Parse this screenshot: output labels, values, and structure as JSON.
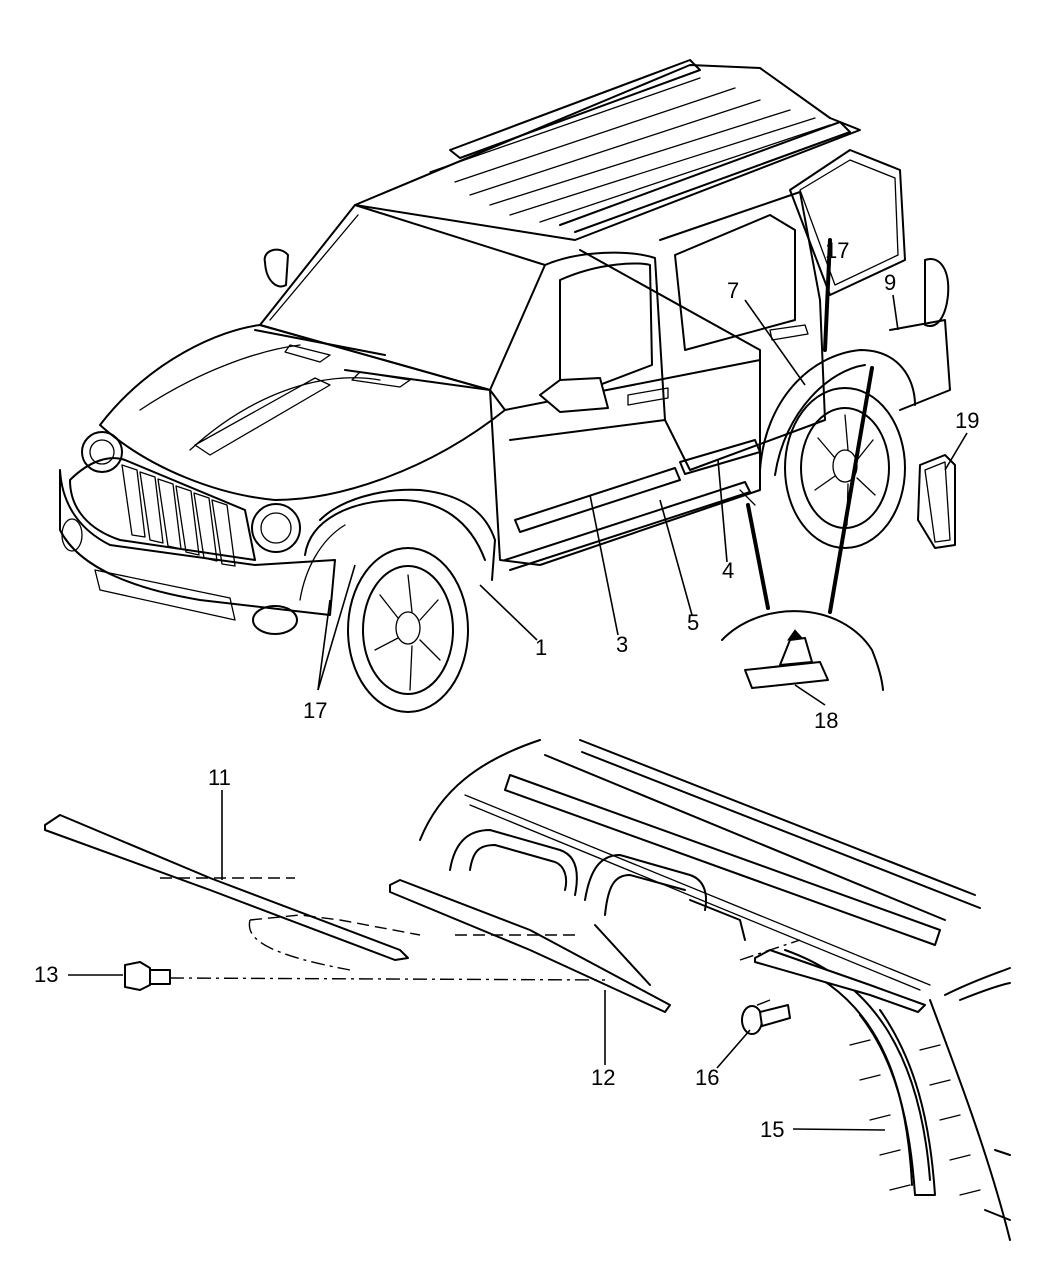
{
  "callouts": {
    "c1": "1",
    "c3": "3",
    "c4": "4",
    "c5": "5",
    "c7": "7",
    "c9": "9",
    "c11": "11",
    "c12": "12",
    "c13": "13",
    "c15": "15",
    "c16": "16",
    "c17_front": "17",
    "c17_rear": "17",
    "c18": "18",
    "c19": "19"
  }
}
